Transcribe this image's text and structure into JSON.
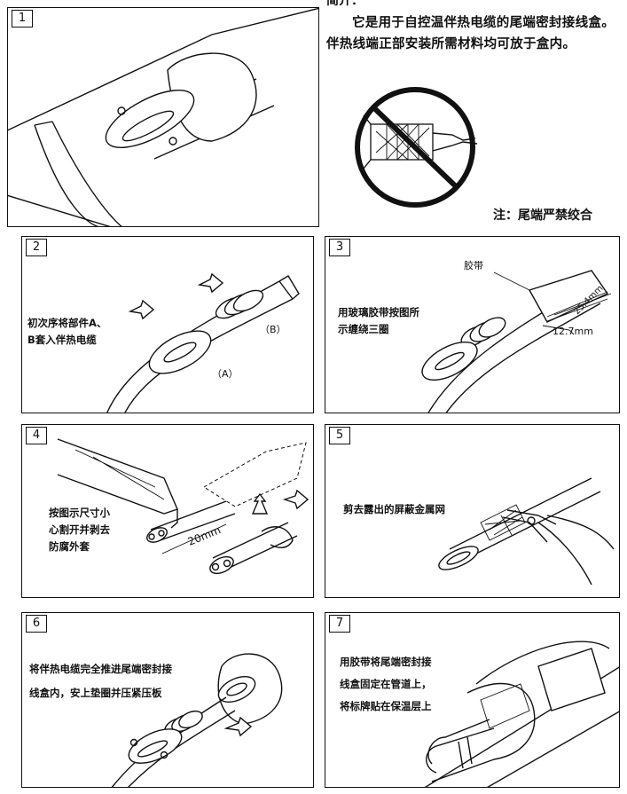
{
  "intro": {
    "partial_heading": "简介：",
    "text": "它是用于自控温伴热电缆的尾端密封接线盒。伴热线端正部安装所需材料均可放于盒内。"
  },
  "note": "注：尾端严禁绞合",
  "steps": [
    {
      "num": "1",
      "caption": ""
    },
    {
      "num": "2",
      "caption_line1": "初次序将部件A、",
      "caption_line2": "B套入伴热电缆",
      "label_a": "（A）",
      "label_b": "（B）"
    },
    {
      "num": "3",
      "caption_line1": "用玻璃胶带按图所",
      "caption_line2": "示缠绕三圈",
      "tape_label": "胶带",
      "dim1": "25.4mm",
      "dim2": "12.7mm"
    },
    {
      "num": "4",
      "caption_line1": "按图示尺寸小",
      "caption_line2": "心割开并剥去",
      "caption_line3": "防腐外套",
      "dim": "20mm"
    },
    {
      "num": "5",
      "caption_line1": "剪去露出的屏蔽金属网"
    },
    {
      "num": "6",
      "caption_line1": "将伴热电缆完全推进尾端密封接",
      "caption_line2": "线盒内，安上垫圈并压紧压板"
    },
    {
      "num": "7",
      "caption_line1": "用胶带将尾端密封接",
      "caption_line2": "线盒固定在管道上，",
      "caption_line3": "将标牌贴在保温层上"
    }
  ]
}
